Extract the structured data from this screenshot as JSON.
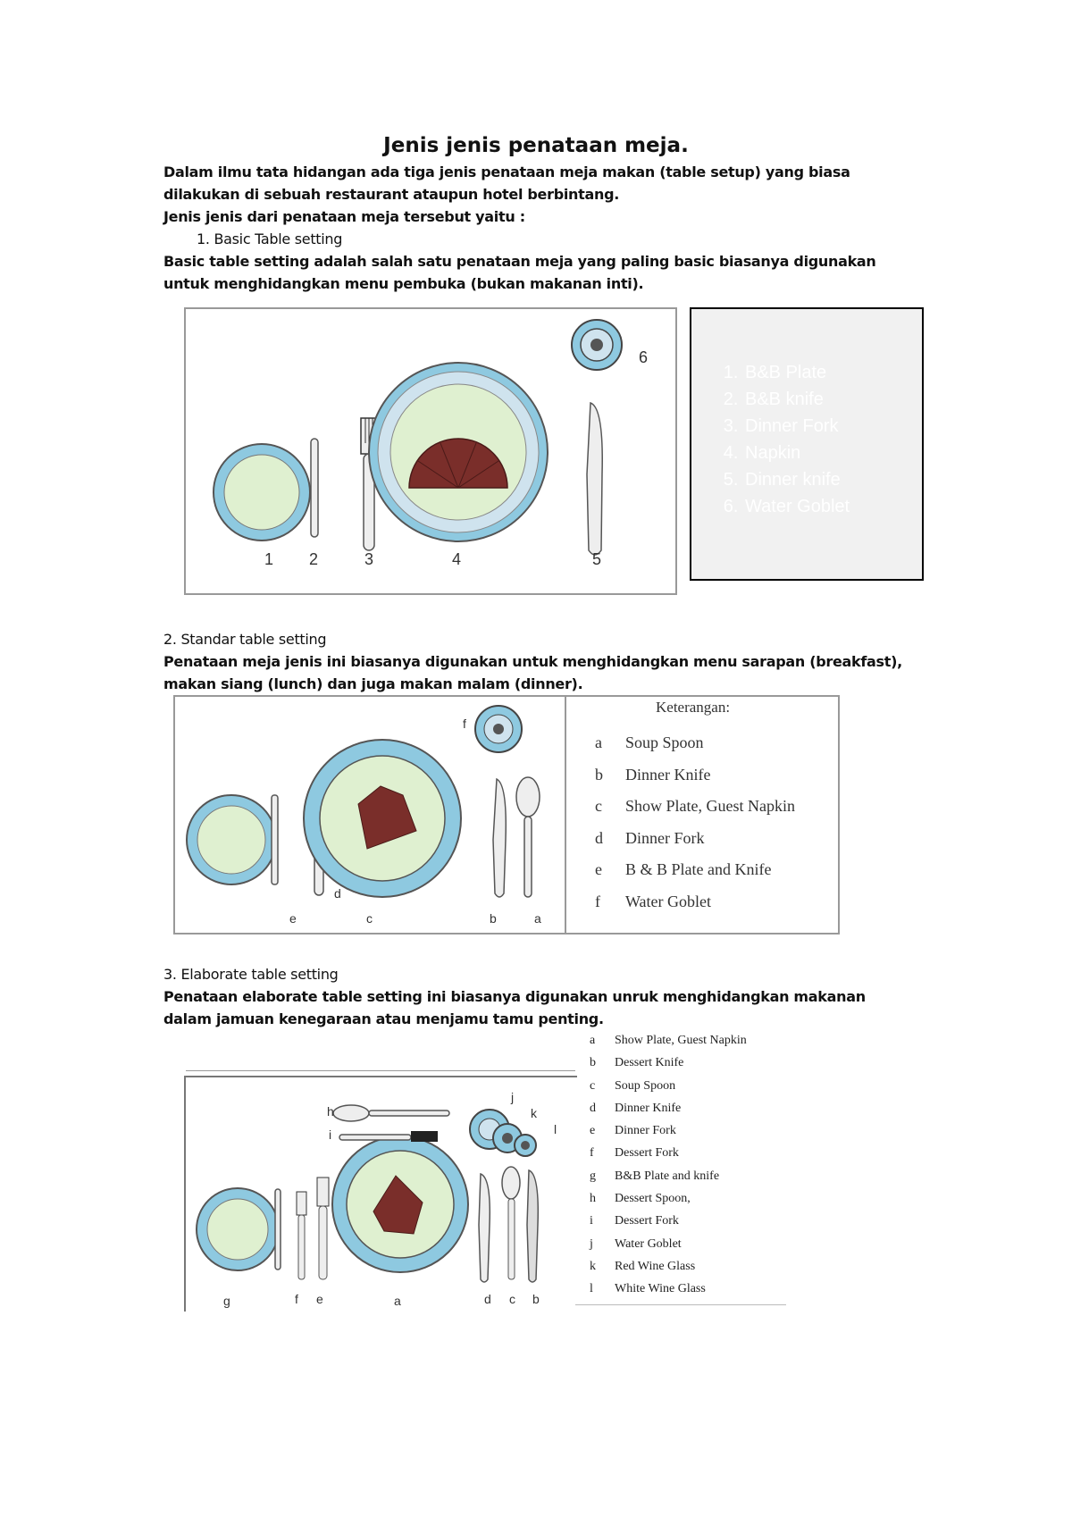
{
  "title": "Jenis jenis penataan meja.",
  "intro": "Dalam ilmu tata hidangan ada tiga jenis penataan meja makan (table setup) yang biasa dilakukan di sebuah restaurant ataupun hotel berbintang.",
  "jenis_line": "Jenis jenis dari penataan meja tersebut yaitu :",
  "section1": {
    "heading": "1. Basic Table setting",
    "desc": "Basic table setting adalah salah satu penataan meja yang paling basic biasanya digunakan untuk menghidangkan menu pembuka (bukan makanan inti).",
    "figure_labels": [
      "1",
      "2",
      "3",
      "4",
      "5",
      "6"
    ],
    "legend": [
      "B&B Plate",
      "B&B knife",
      "Dinner Fork",
      "Napkin",
      "Dinner knife",
      "Water Goblet"
    ]
  },
  "section2": {
    "heading": "2. Standar table setting",
    "desc": "Penataan meja jenis ini biasanya digunakan untuk menghidangkan menu sarapan (breakfast), makan siang (lunch) dan juga makan malam (dinner).",
    "figure_labels": [
      "e",
      "d",
      "c",
      "b",
      "a",
      "f"
    ],
    "keterangan_title": "Keterangan:",
    "keterangan": [
      {
        "key": "a",
        "text": "Soup Spoon"
      },
      {
        "key": "b",
        "text": "Dinner Knife"
      },
      {
        "key": "c",
        "text": "Show Plate, Guest Napkin"
      },
      {
        "key": "d",
        "text": "Dinner Fork"
      },
      {
        "key": "e",
        "text": "B & B Plate and Knife"
      },
      {
        "key": "f",
        "text": "Water Goblet"
      }
    ]
  },
  "section3": {
    "heading": "3. Elaborate table setting",
    "desc": "Penataan elaborate table setting ini biasanya digunakan unruk menghidangkan makanan dalam jamuan kenegaraan atau menjamu tamu penting.",
    "figure_labels": [
      "g",
      "f",
      "e",
      "a",
      "d",
      "c",
      "b",
      "h",
      "i",
      "j",
      "k",
      "l"
    ],
    "keterangan": [
      {
        "key": "a",
        "text": "Show Plate, Guest Napkin"
      },
      {
        "key": "b",
        "text": "Dessert Knife"
      },
      {
        "key": "c",
        "text": "Soup Spoon"
      },
      {
        "key": "d",
        "text": "Dinner Knife"
      },
      {
        "key": "e",
        "text": "Dinner Fork"
      },
      {
        "key": "f",
        "text": "Dessert Fork"
      },
      {
        "key": "g",
        "text": "B&B Plate and knife"
      },
      {
        "key": "h",
        "text": "Dessert Spoon,"
      },
      {
        "key": "i",
        "text": "Dessert Fork"
      },
      {
        "key": "j",
        "text": "Water Goblet"
      },
      {
        "key": "k",
        "text": "Red Wine Glass"
      },
      {
        "key": "l",
        "text": "White Wine Glass"
      }
    ]
  },
  "colors": {
    "napkin": "#7a2e2a",
    "plate_rim": "#8ec9e0",
    "plate_center": "#dff0d0"
  }
}
